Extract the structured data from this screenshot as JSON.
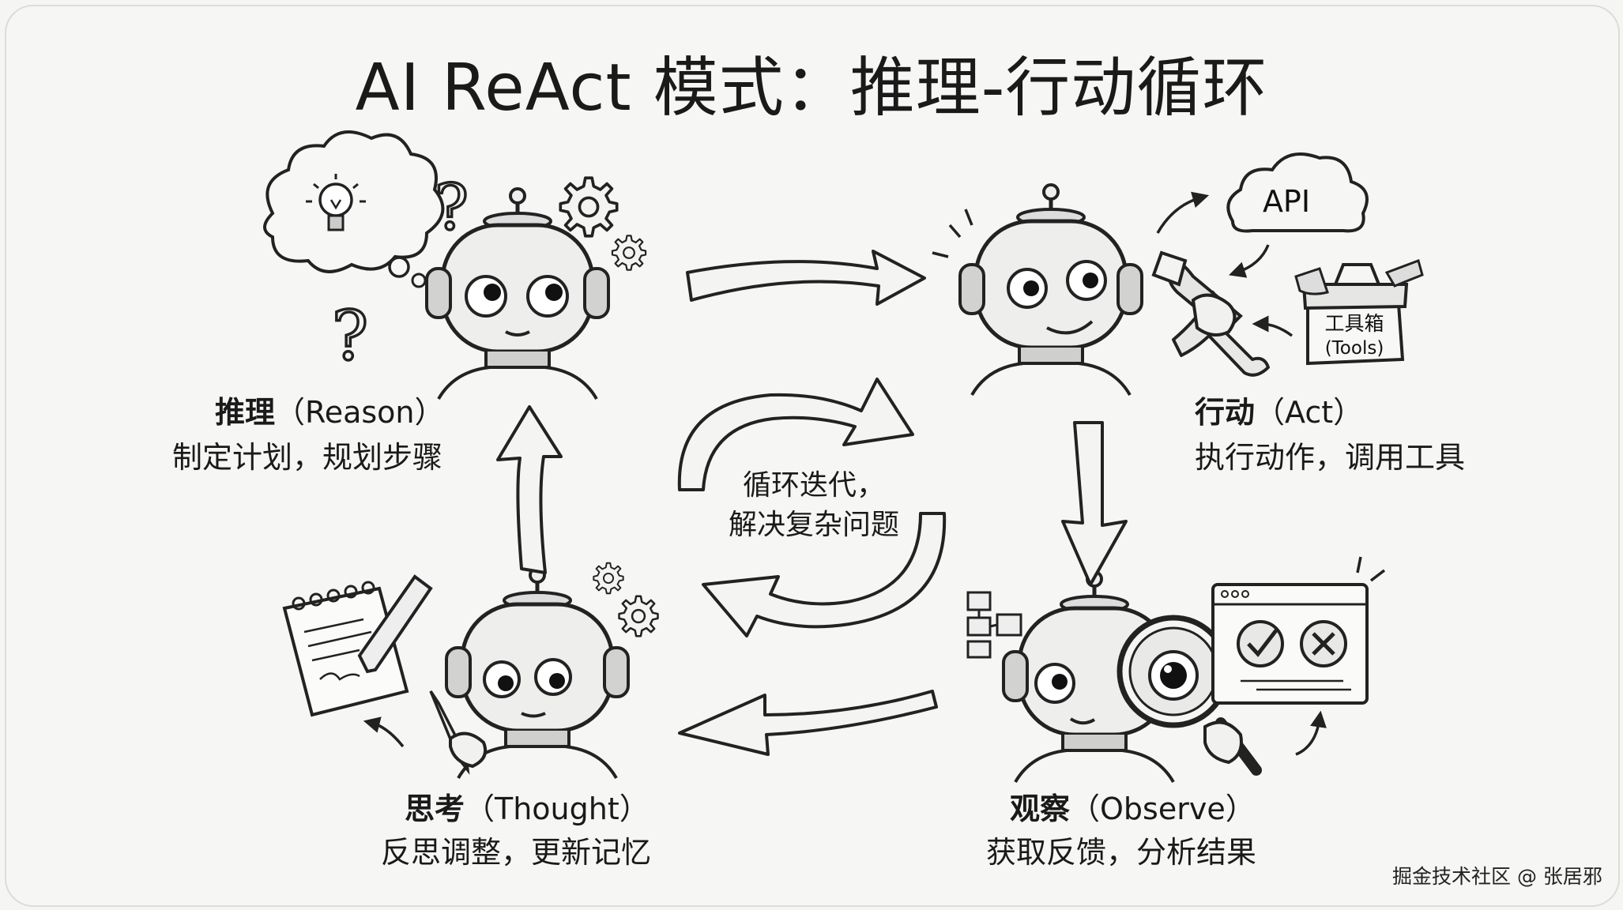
{
  "title": "AI ReAct 模式：推理-行动循环",
  "nodes": {
    "reason": {
      "title": "推理",
      "title_en": "（Reason）",
      "desc": "制定计划，规划步骤"
    },
    "act": {
      "title": "行动",
      "title_en": "（Act）",
      "desc": "执行动作，调用工具",
      "cloud_label": "API",
      "toolbox_label": "工具箱",
      "toolbox_sub": "(Tools)"
    },
    "observe": {
      "title": "观察",
      "title_en": "（Observe）",
      "desc": "获取反馈，分析结果"
    },
    "thought": {
      "title": "思考",
      "title_en": "（Thought）",
      "desc": "反思调整，更新记忆"
    }
  },
  "center": {
    "line1": "循环迭代，",
    "line2": "解决复杂问题"
  },
  "watermark": "掘金技术社区 @ 张居邪",
  "icons": [
    "lightbulb-icon",
    "question-mark-icon",
    "gear-icon",
    "robot-icon",
    "wrench-icon",
    "cloud-icon",
    "toolbox-icon",
    "magnifier-icon",
    "browser-window-icon",
    "notepad-icon",
    "pencil-icon",
    "flowchart-icon",
    "arrow-icon"
  ]
}
